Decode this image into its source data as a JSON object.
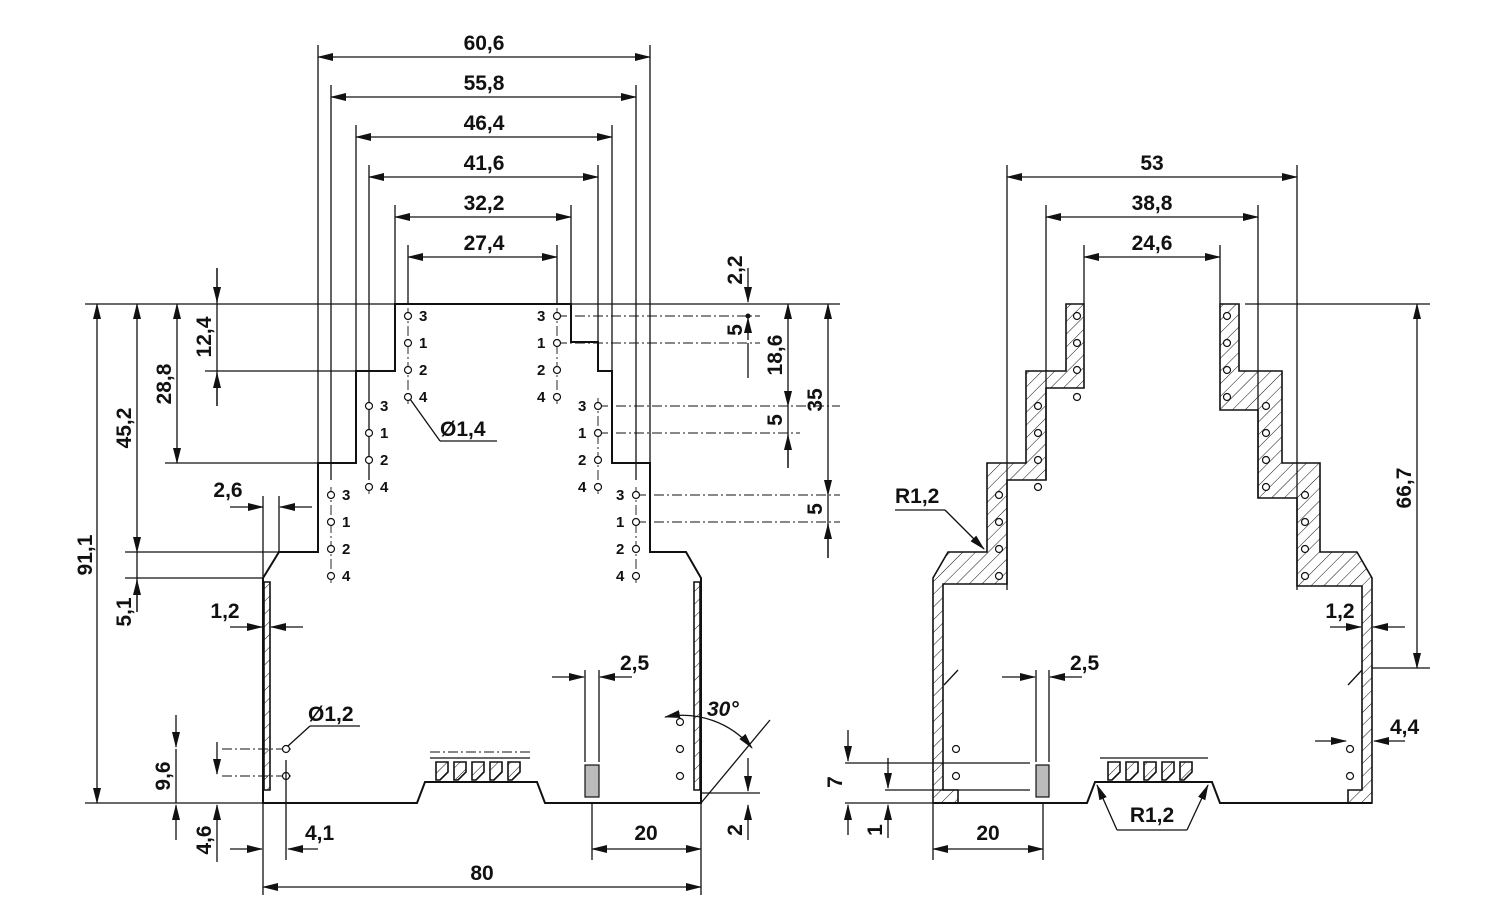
{
  "front_view": {
    "widths": [
      "60,6",
      "55,8",
      "46,4",
      "41,6",
      "32,2",
      "27,4"
    ],
    "height_overall": "91,1",
    "height_step_1": "45,2",
    "height_step_2": "28,8",
    "height_step_3": "12,4",
    "foot_height": "5,1",
    "top_offset": "2,2",
    "right_height": "18,6",
    "right_total": "35",
    "pitch": "5",
    "terminal_numbers": [
      "3",
      "1",
      "2",
      "4"
    ],
    "hole_top": "Ø1,4",
    "hole_bottom": "Ø1,2",
    "left_clearance": "2,6",
    "wall_thickness": "1,2",
    "bottom_holes_height": "9,6",
    "bottom_hole_offset": "4,6",
    "bottom_hole_x": "4,1",
    "rail_width": "2,5",
    "angle": "30°",
    "bottom_step": "2",
    "rail_distance": "20",
    "overall_width": "80"
  },
  "section_view": {
    "widths": [
      "53",
      "38,8",
      "24,6"
    ],
    "height": "66,7",
    "radius": "R1,2",
    "wall_thickness": "1,2",
    "rail_width": "2,5",
    "side_holes": "4,4",
    "foot_height": "7",
    "foot_offset": "1",
    "rail_distance": "20",
    "clip_radius": "R1,2"
  }
}
